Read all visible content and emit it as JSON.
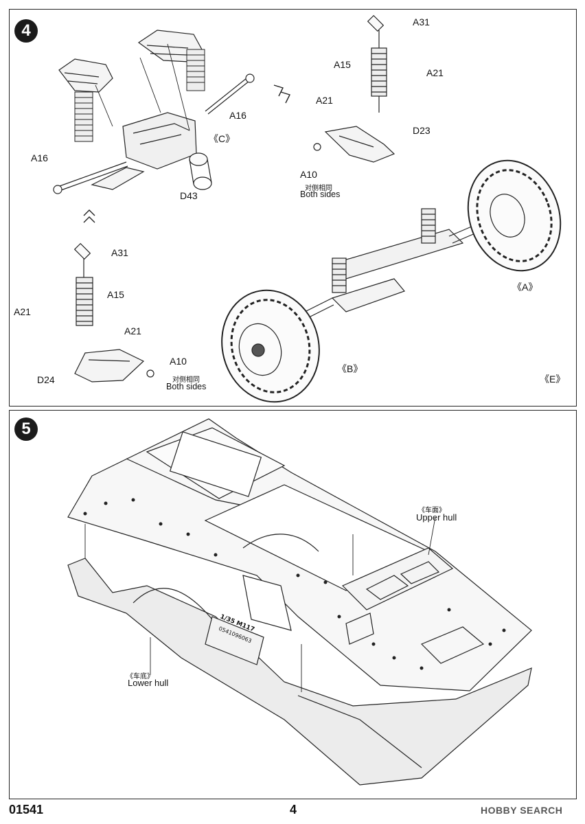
{
  "steps": {
    "step4": {
      "number": "4",
      "labels": {
        "a31_top": "A31",
        "a15_top": "A15",
        "a21_top_right": "A21",
        "a21_top_left": "A21",
        "d23": "D23",
        "a10_top": "A10",
        "a16_right": "A16",
        "c": "《C》",
        "a16_left": "A16",
        "d43": "D43",
        "a31_bottom": "A31",
        "a15_bottom": "A15",
        "a21_bottom_left": "A21",
        "a21_bottom_right": "A21",
        "a10_bottom": "A10",
        "d24": "D24",
        "a": "《A》",
        "b": "《B》",
        "e": "《E》"
      },
      "note_top": {
        "cn": "对侧相同",
        "en": "Both sides"
      },
      "note_bottom": {
        "cn": "对侧相同",
        "en": "Both sides"
      }
    },
    "step5": {
      "number": "5",
      "upper_hull": {
        "cn": "《车面》",
        "en": "Upper hull"
      },
      "lower_hull": {
        "cn": "《车底》",
        "en": "Lower hull"
      },
      "hull_marking": [
        "1/35 M117",
        "0541096063"
      ]
    }
  },
  "footer": {
    "code": "01541",
    "page": "4",
    "watermark": "HOBBY SEARCH"
  }
}
